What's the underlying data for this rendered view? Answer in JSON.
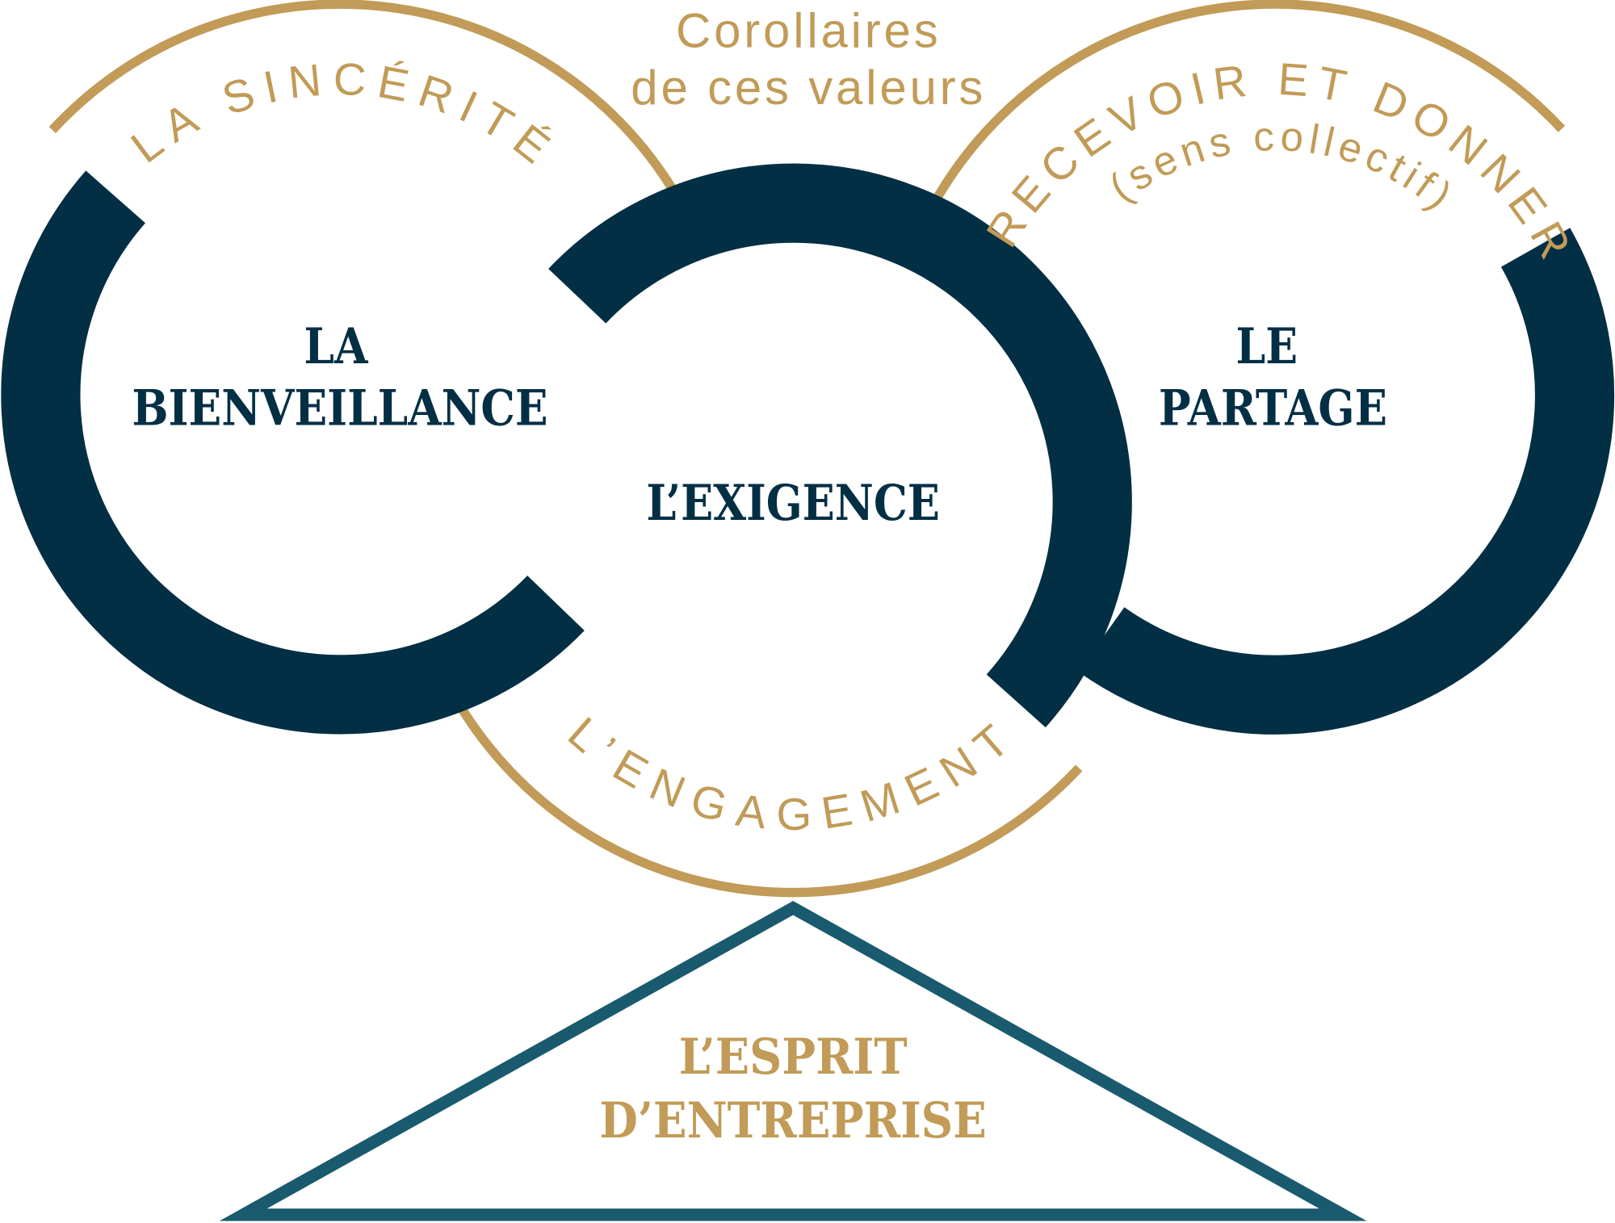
{
  "colors": {
    "navy": "#032f45",
    "gold": "#c19b57",
    "teal": "#1a5a6e"
  },
  "header": {
    "line1": "Corollaires",
    "line2": "de ces valeurs"
  },
  "rings": {
    "left": {
      "line1": "LA",
      "line2": "BIENVEILLANCE",
      "arc_text": "LA SINCÉRITÉ"
    },
    "center": {
      "label": "L’EXIGENCE",
      "arc_text": "L’ENGAGEMENT"
    },
    "right": {
      "line1": "LE",
      "line2": "PARTAGE",
      "arc_text": "RECEVOIR ET DONNER",
      "arc_subtext": "(sens collectif)"
    }
  },
  "base": {
    "line1": "L’ESPRIT",
    "line2": "D’ENTREPRISE"
  }
}
